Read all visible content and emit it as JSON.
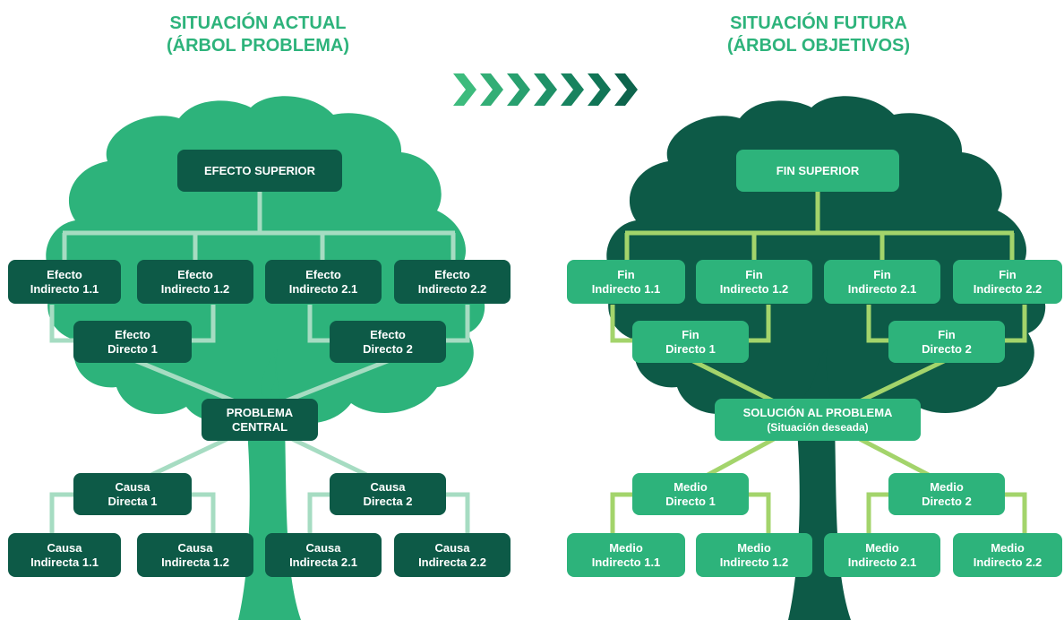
{
  "left": {
    "title_line1": "SITUACIÓN ACTUAL",
    "title_line2": "(ÁRBOL PROBLEMA)",
    "top": "EFECTO SUPERIOR",
    "indirect": [
      {
        "line1": "Efecto",
        "line2": "Indirecto 1.1"
      },
      {
        "line1": "Efecto",
        "line2": "Indirecto 1.2"
      },
      {
        "line1": "Efecto",
        "line2": "Indirecto 2.1"
      },
      {
        "line1": "Efecto",
        "line2": "Indirecto 2.2"
      }
    ],
    "direct": [
      {
        "line1": "Efecto",
        "line2": "Directo 1"
      },
      {
        "line1": "Efecto",
        "line2": "Directo 2"
      }
    ],
    "center": {
      "line1": "PROBLEMA",
      "line2": "CENTRAL"
    },
    "causes": [
      {
        "line1": "Causa",
        "line2": "Directa 1"
      },
      {
        "line1": "Causa",
        "line2": "Directa 2"
      }
    ],
    "root_causes": [
      {
        "line1": "Causa",
        "line2": "Indirecta 1.1"
      },
      {
        "line1": "Causa",
        "line2": "Indirecta 1.2"
      },
      {
        "line1": "Causa",
        "line2": "Indirecta 2.1"
      },
      {
        "line1": "Causa",
        "line2": "Indirecta 2.2"
      }
    ]
  },
  "right": {
    "title_line1": "SITUACIÓN FUTURA",
    "title_line2": "(ÁRBOL OBJETIVOS)",
    "top": "FIN SUPERIOR",
    "indirect": [
      {
        "line1": "Fin",
        "line2": "Indirecto 1.1"
      },
      {
        "line1": "Fin",
        "line2": "Indirecto 1.2"
      },
      {
        "line1": "Fin",
        "line2": "Indirecto 2.1"
      },
      {
        "line1": "Fin",
        "line2": "Indirecto 2.2"
      }
    ],
    "direct": [
      {
        "line1": "Fin",
        "line2": "Directo 1"
      },
      {
        "line1": "Fin",
        "line2": "Directo 2"
      }
    ],
    "center": {
      "line1": "SOLUCIÓN AL PROBLEMA",
      "line2": "(Situación deseada)"
    },
    "causes": [
      {
        "line1": "Medio",
        "line2": "Directo 1"
      },
      {
        "line1": "Medio",
        "line2": "Directo 2"
      }
    ],
    "root_causes": [
      {
        "line1": "Medio",
        "line2": "Indirecto 1.1"
      },
      {
        "line1": "Medio",
        "line2": "Indirecto 1.2"
      },
      {
        "line1": "Medio",
        "line2": "Indirecto 2.1"
      },
      {
        "line1": "Medio",
        "line2": "Indirecto 2.2"
      }
    ]
  },
  "colors": {
    "light_green": "#2db37b",
    "dark_green": "#0d5a47",
    "left_connector": "#a6dcc2",
    "right_connector": "#a3d46b"
  },
  "arrow_icon": "chevron-right-icon"
}
